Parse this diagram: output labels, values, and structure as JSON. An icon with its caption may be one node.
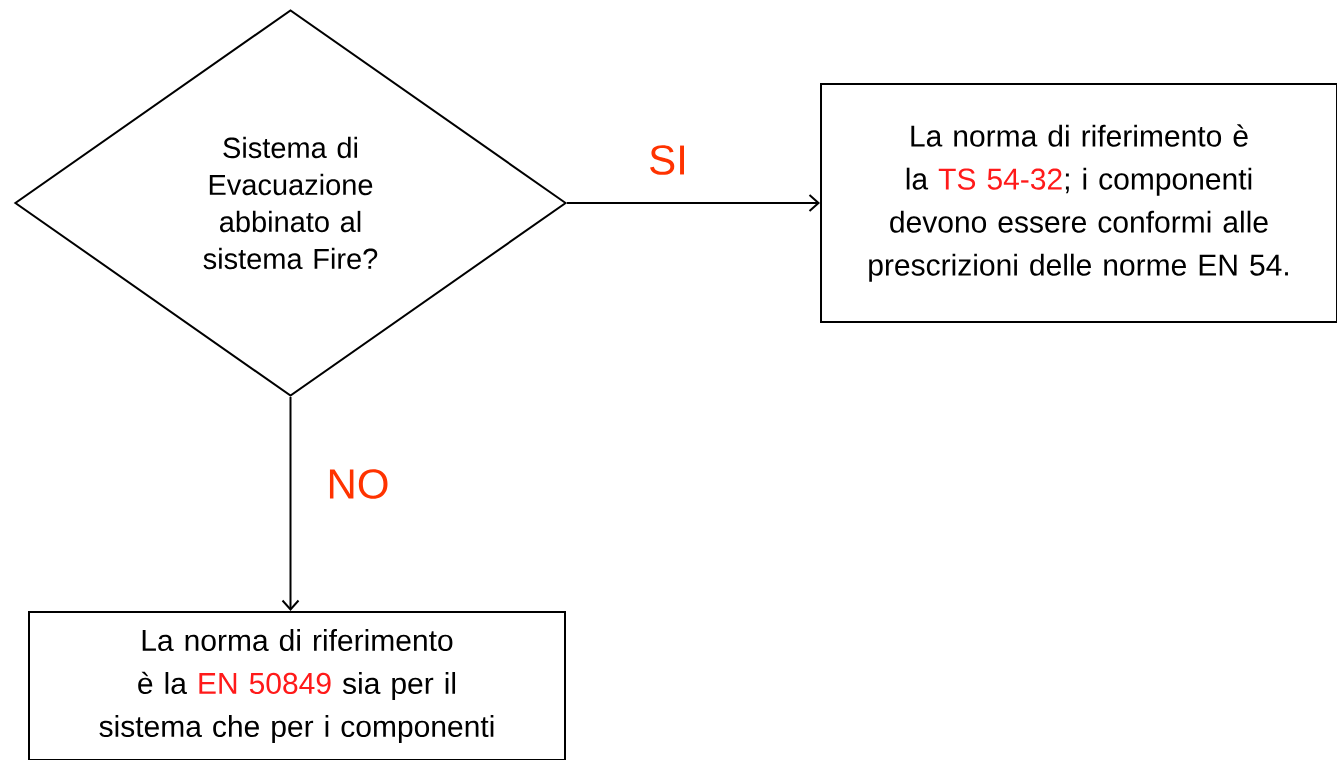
{
  "diagram": {
    "nodes": [
      {
        "text": [
          "Sistema di Evacuazione abbinato al sistema Fire?"
        ]
      },
      {
        "text": [
          "La norma di riferimento è la",
          "TS 54-32",
          "; i componenti devono essere conformi alle prescrizioni delle norme EN 54."
        ]
      },
      {
        "text": [
          "La norma di riferimento è la",
          "EN 50849",
          "sia per il sistema che per i componenti"
        ]
      }
    ],
    "edges": [
      {
        "from": 0,
        "to": 1,
        "arrow": "to",
        "label": "SI"
      },
      {
        "from": 0,
        "to": 2,
        "arrow": "to",
        "label": "NO"
      }
    ]
  }
}
